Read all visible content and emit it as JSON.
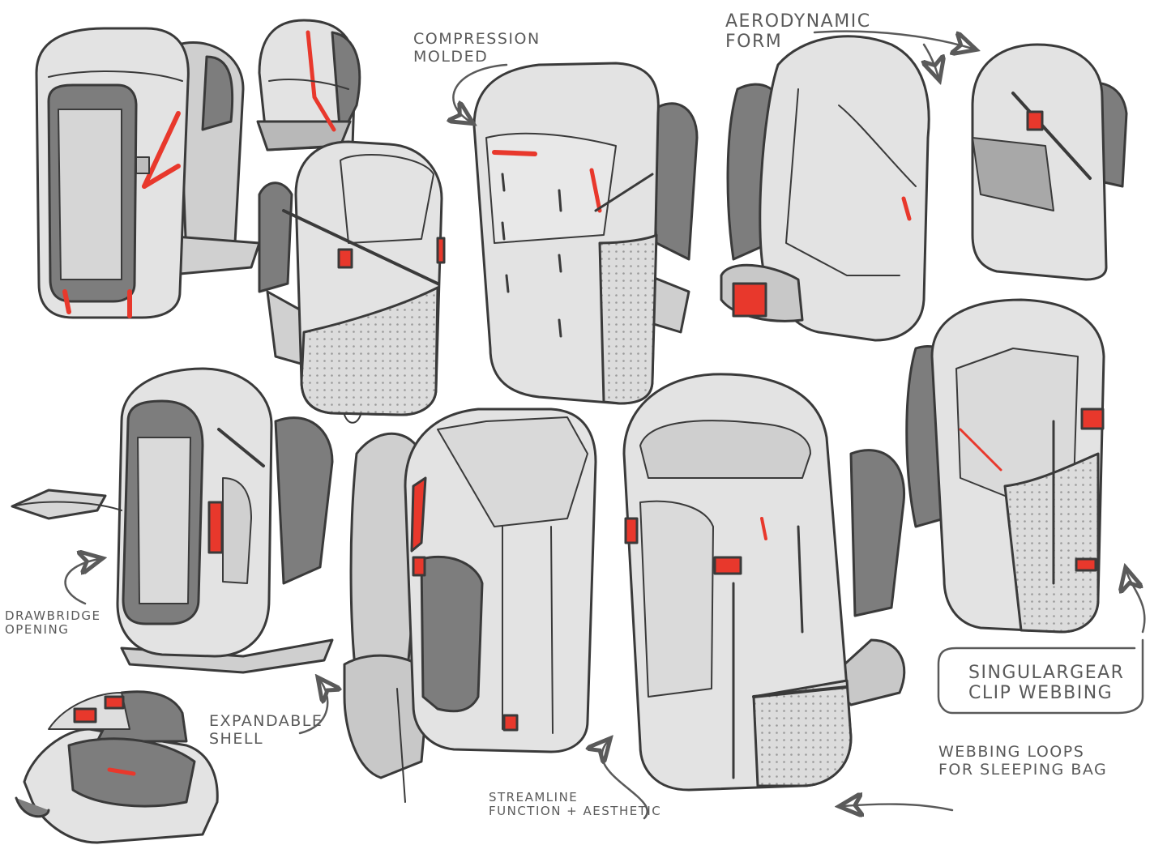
{
  "annotations": {
    "compression": {
      "line1": "COMPRESSION",
      "line2": "MOLDED"
    },
    "aerodynamic": {
      "line1": "AERODYNAMIC",
      "line2": "FORM"
    },
    "drawbridge": {
      "line1": "DRAWBRIDGE",
      "line2": "OPENING"
    },
    "expandable": {
      "line1": "EXPANDABLE",
      "line2": "SHELL"
    },
    "streamline": {
      "line1": "STREAMLINE",
      "line2": "FUNCTION + AESTHETIC"
    },
    "singulargear": {
      "line1": "SINGULARGEAR",
      "line2": "CLIP WEBBING"
    },
    "webbing": {
      "line1": "WEBBING LOOPS",
      "line2": "FOR SLEEPING BAG"
    }
  },
  "colors": {
    "accent": "#e8382c",
    "shell": "#e3e3e3",
    "shade": "#9a9a9a",
    "dark_panel": "#7d7d7d",
    "ink": "#3a3a3a",
    "note": "#5a5a5a"
  },
  "icons": {
    "backpack": "backpack-sketch-icon",
    "buckle": "buckle-icon",
    "arrow": "annotation-arrow-icon"
  }
}
